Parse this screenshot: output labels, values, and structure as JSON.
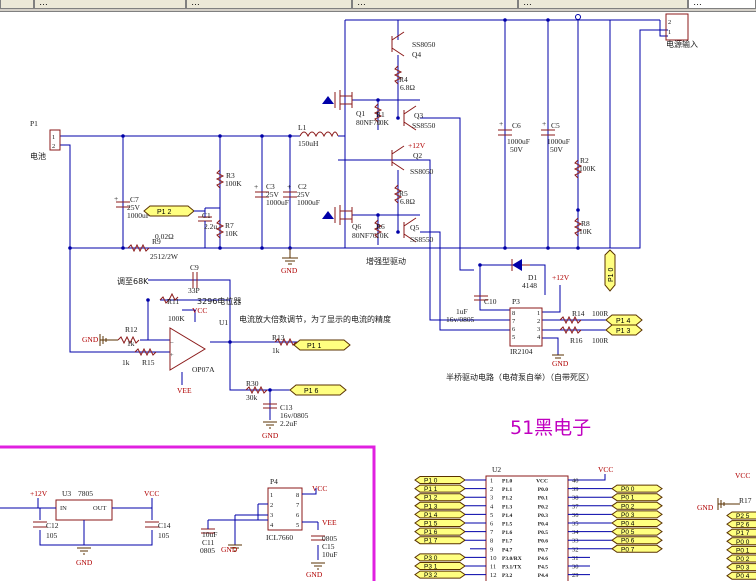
{
  "tabs": [
    "…",
    "…",
    "…",
    "…",
    "…"
  ],
  "brand": "51黑电子",
  "components": {
    "P1": {
      "ref": "P1",
      "name": "电池",
      "pin1": "1",
      "pin2": "2"
    },
    "P2": {
      "name": "电源输入",
      "pin1": "1",
      "pin2": "2"
    },
    "C7": {
      "ref": "C7",
      "v": "25V",
      "val": "1000uF"
    },
    "R9": {
      "ref": "R9",
      "val": "0.02Ω",
      "pkg": "2512/2W"
    },
    "R3": {
      "ref": "R3",
      "val": "100K"
    },
    "C1": {
      "ref": "C1",
      "val": "2.2u"
    },
    "R7": {
      "ref": "R7",
      "val": "10K"
    },
    "C3": {
      "ref": "C3",
      "v": "25V",
      "val": "1000uF"
    },
    "C2": {
      "ref": "C2",
      "v": "25V",
      "val": "1000uF"
    },
    "L1": {
      "ref": "L1",
      "val": "150uH"
    },
    "Q1": {
      "ref": "Q1",
      "part": "80NF70"
    },
    "R1": {
      "ref": "R1",
      "val": "10K"
    },
    "Q4": {
      "ref": "Q4",
      "part": "SS8050"
    },
    "R4": {
      "ref": "R4",
      "val": "6.8Ω"
    },
    "Q3": {
      "ref": "Q3",
      "part": "SS8550"
    },
    "Q2": {
      "ref": "Q2",
      "part": "SS8050"
    },
    "R5": {
      "ref": "R5",
      "val": "6.8Ω"
    },
    "Q6": {
      "ref": "Q6",
      "part": "80NF70"
    },
    "R6": {
      "ref": "R6",
      "val": "10K"
    },
    "Q5": {
      "ref": "Q5",
      "part": "SS8550"
    },
    "C6": {
      "ref": "C6",
      "val": "1000uF",
      "v": "50V"
    },
    "C5": {
      "ref": "C5",
      "val": "1000uF",
      "v": "50V"
    },
    "R2": {
      "ref": "R2",
      "val": "100K"
    },
    "R8": {
      "ref": "R8",
      "val": "10K"
    },
    "D1": {
      "ref": "D1",
      "part": "4148"
    },
    "C10": {
      "ref": "C10",
      "val": "1uF",
      "pkg": "16v/0805"
    },
    "P3": {
      "ref": "P3",
      "part": "IR2104"
    },
    "R14": {
      "ref": "R14",
      "val": "100R"
    },
    "R16": {
      "ref": "R16",
      "val": "100R"
    },
    "C9": {
      "ref": "C9",
      "val": "33P"
    },
    "R11": {
      "ref": "R11",
      "note": "3296电位器",
      "val": "100K"
    },
    "U1": {
      "ref": "U1",
      "part": "OP07A"
    },
    "R12": {
      "ref": "R12",
      "val": "1k"
    },
    "R15": {
      "ref": "R15",
      "val": "1k"
    },
    "R13": {
      "ref": "R13",
      "val": "1k"
    },
    "R30": {
      "ref": "R30",
      "val": "30k"
    },
    "C13": {
      "ref": "C13",
      "pkg": "16v/0805",
      "val": "2.2uF"
    },
    "U3": {
      "ref": "U3",
      "part": "7805",
      "in": "IN",
      "out": "OUT"
    },
    "C12": {
      "ref": "C12",
      "val": "105"
    },
    "C14": {
      "ref": "C14",
      "val": "105"
    },
    "P4": {
      "ref": "P4",
      "part": "ICL7660"
    },
    "C11": {
      "ref": "C11",
      "val": "10uF",
      "pkg": "0805"
    },
    "C15": {
      "ref": "C15",
      "pkg": "0805",
      "val": "10uF"
    },
    "U2": {
      "ref": "U2"
    }
  },
  "notes": {
    "opamp": "电流放大倍数调节，为了显示的电流的精度",
    "trim": "调至68K",
    "boost": "增强型驱动",
    "halfbridge": "半桥驱动电路（电荷泵自举）（自带死区）"
  },
  "power": {
    "vcc": "VCC",
    "vee": "VEE",
    "gnd": "GND",
    "p12": "+12V"
  },
  "flags": {
    "p12": "P1 2",
    "p10": "P1 0",
    "p14": "P1 4",
    "p13": "P1 3",
    "p11": "P1 1",
    "p16": "P1 6"
  },
  "mcu_left": [
    {
      "flag": "P1 0",
      "pin": "1",
      "name": "P1.0"
    },
    {
      "flag": "P1 1",
      "pin": "2",
      "name": "P1.1"
    },
    {
      "flag": "P1 2",
      "pin": "3",
      "name": "P1.2"
    },
    {
      "flag": "P1 3",
      "pin": "4",
      "name": "P1.3"
    },
    {
      "flag": "P1 4",
      "pin": "5",
      "name": "P1.4"
    },
    {
      "flag": "P1 5",
      "pin": "6",
      "name": "P1.5"
    },
    {
      "flag": "P1 6",
      "pin": "7",
      "name": "P1.6"
    },
    {
      "flag": "P1 7",
      "pin": "8",
      "name": "P1.7"
    },
    {
      "flag": "",
      "pin": "9",
      "name": "P4.7"
    },
    {
      "flag": "P3 0",
      "pin": "10",
      "name": "P3.0/RX"
    },
    {
      "flag": "P3 1",
      "pin": "11",
      "name": "P3.1/TX"
    },
    {
      "flag": "P3 2",
      "pin": "12",
      "name": "P3.2"
    }
  ],
  "mcu_right": [
    {
      "flag": "",
      "pin": "40",
      "name": "VCC"
    },
    {
      "flag": "P0 0",
      "pin": "39",
      "name": "P0.0"
    },
    {
      "flag": "P0 1",
      "pin": "38",
      "name": "P0.1"
    },
    {
      "flag": "P0 2",
      "pin": "37",
      "name": "P0.2"
    },
    {
      "flag": "P0 3",
      "pin": "36",
      "name": "P0.3"
    },
    {
      "flag": "P0 4",
      "pin": "35",
      "name": "P0.4"
    },
    {
      "flag": "P0 5",
      "pin": "34",
      "name": "P0.5"
    },
    {
      "flag": "P0 6",
      "pin": "33",
      "name": "P0.6"
    },
    {
      "flag": "P0 7",
      "pin": "32",
      "name": "P0.7"
    },
    {
      "flag": "",
      "pin": "31",
      "name": "P4.6"
    },
    {
      "flag": "",
      "pin": "30",
      "name": "P4.5"
    },
    {
      "flag": "",
      "pin": "29",
      "name": "P4.4"
    }
  ],
  "far_right": {
    "r17": "R17",
    "flags": [
      "P2 5",
      "P2 6",
      "P1 7",
      "P0 0",
      "P0 1",
      "P0 2",
      "P0 3",
      "P0 4"
    ]
  }
}
